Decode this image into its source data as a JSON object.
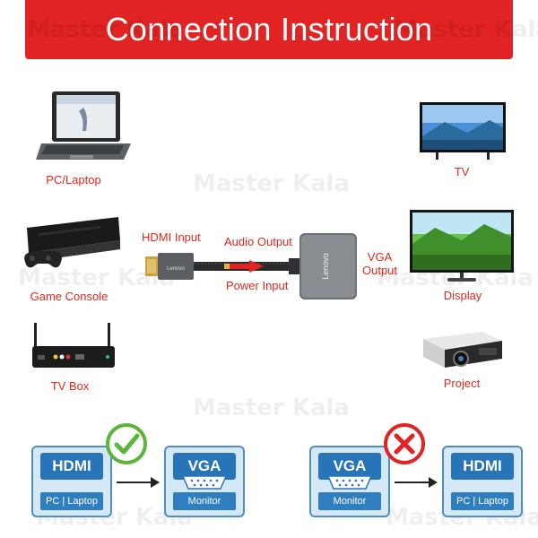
{
  "title": "Connection Instruction",
  "watermark": "Master Kala",
  "sources": {
    "pc": "PC/Laptop",
    "console": "Game Console",
    "tvbox": "TV Box"
  },
  "outputs": {
    "tv": "TV",
    "display": "Display",
    "project": "Project"
  },
  "adapter": {
    "hdmi_input": "HDMI Input",
    "audio_output": "Audio Output",
    "power_input": "Power Input",
    "vga_output": "VGA\nOutput",
    "brand": "Lenovo"
  },
  "compat": {
    "valid": {
      "from_port": "HDMI",
      "from_sub": "PC | Laptop",
      "to_port": "VGA",
      "to_sub": "Monitor",
      "status": "check-icon"
    },
    "invalid": {
      "from_port": "VGA",
      "from_sub": "Monitor",
      "to_port": "HDMI",
      "to_sub": "PC | Laptop",
      "status": "cross-icon"
    }
  },
  "colors": {
    "accent": "#e12323",
    "label": "#e0281e",
    "port_blue": "#2874b8",
    "check_green": "#5cb43b"
  }
}
